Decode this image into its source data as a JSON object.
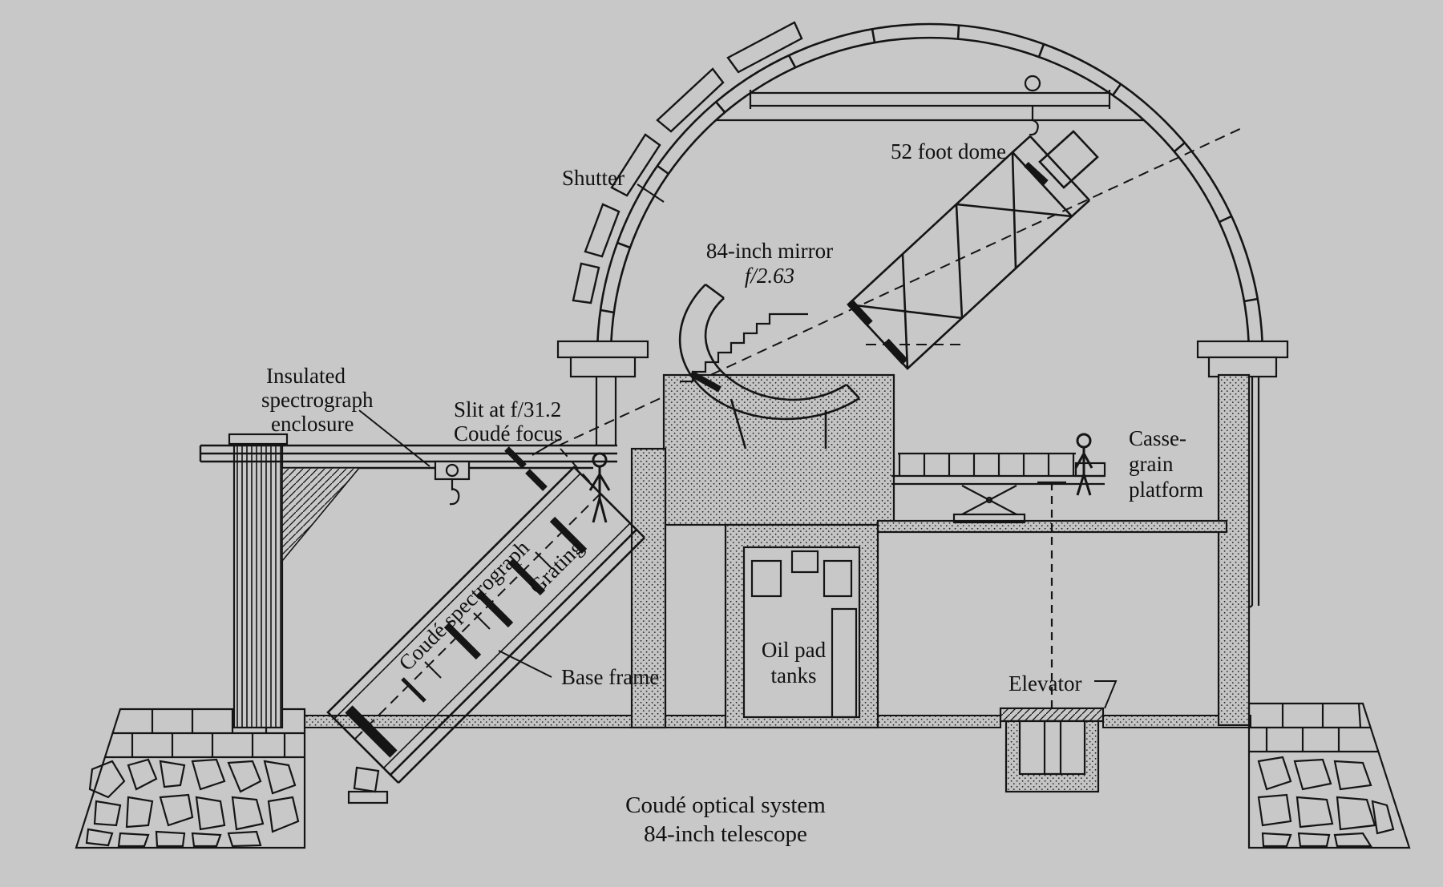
{
  "colors": {
    "background": "#c8c8c8",
    "ink": "#151515",
    "text": "#111111"
  },
  "labels": {
    "shutter": "Shutter",
    "dome": "52 foot dome",
    "mirror_line1": "84-inch mirror",
    "mirror_line2": "f/2.63",
    "insulated_line1": "Insulated",
    "insulated_line2": "spectrograph",
    "insulated_line3": "enclosure",
    "slit_line1": "Slit at f/31.2",
    "slit_line2": "Coudé focus",
    "cassegrain_line1": "Casse-",
    "cassegrain_line2": "grain",
    "cassegrain_line3": "platform",
    "coude_spectrograph": "Coudé spectrograph",
    "grating": "Grating",
    "base_frame": "Base frame",
    "oil_line1": "Oil pad",
    "oil_line2": "tanks",
    "elevator": "Elevator",
    "caption_line1": "Coudé optical system",
    "caption_line2": "84-inch telescope"
  }
}
